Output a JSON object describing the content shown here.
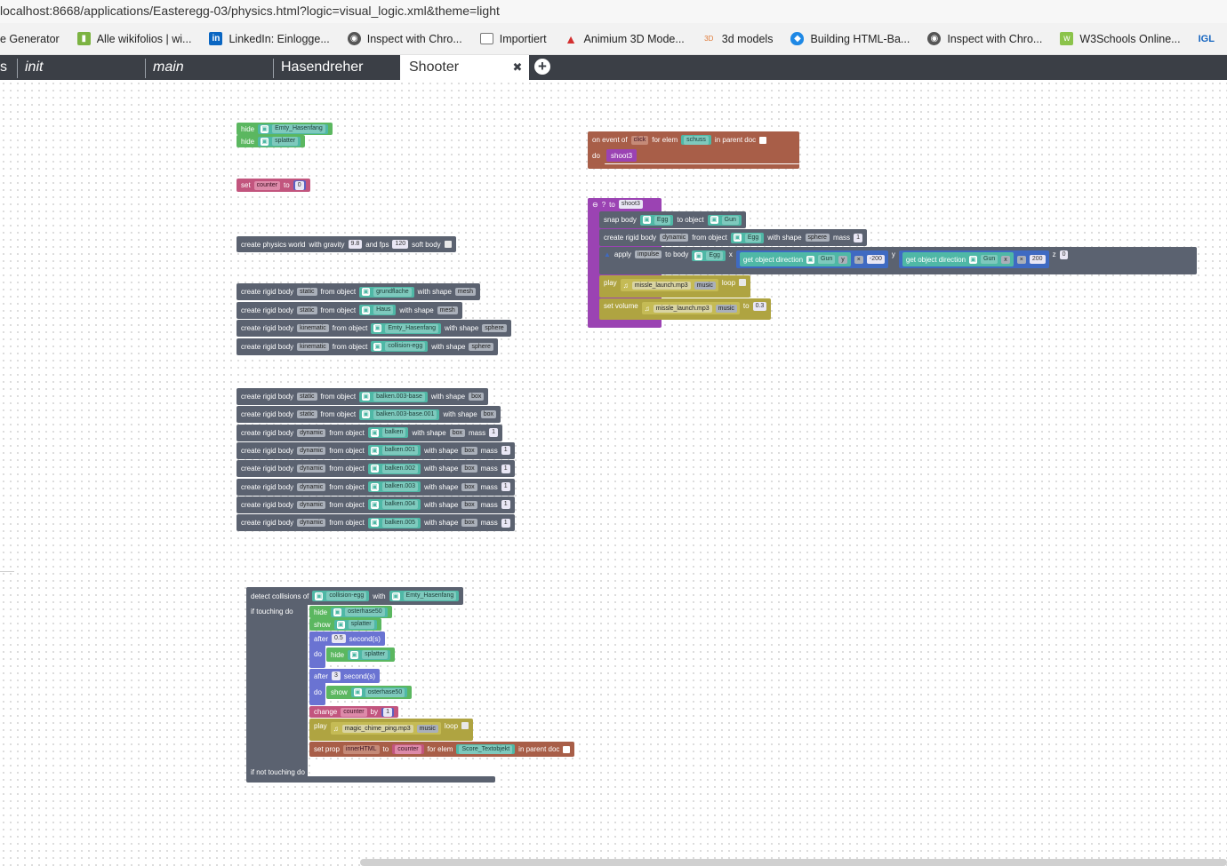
{
  "browser": {
    "url": "localhost:8668/applications/Easteregg-03/physics.html?logic=visual_logic.xml&theme=light",
    "bookmarks": [
      {
        "label": "e Generator",
        "icon": "generator-icon"
      },
      {
        "label": "Alle wikifolios | wi...",
        "icon": "chart-icon"
      },
      {
        "label": "LinkedIn: Einlogge...",
        "icon": "linkedin-icon"
      },
      {
        "label": "Inspect with Chro...",
        "icon": "globe-icon"
      },
      {
        "label": "Importiert",
        "icon": "folder-icon"
      },
      {
        "label": "Animium 3D Mode...",
        "icon": "triangle-icon"
      },
      {
        "label": "3d models",
        "icon": "3d-icon"
      },
      {
        "label": "Building HTML-Ba...",
        "icon": "shield-icon"
      },
      {
        "label": "Inspect with Chro...",
        "icon": "globe-icon"
      },
      {
        "label": "W3Schools Online...",
        "icon": "w3schools-icon"
      },
      {
        "label": "",
        "icon": "igl-icon"
      }
    ],
    "igl_text": "IGL"
  },
  "tabs": {
    "items": [
      "init",
      "main",
      "Hasendreher",
      "Shooter"
    ],
    "prefix": "s",
    "close_glyph": "✖",
    "add_glyph": "+"
  },
  "g1": {
    "hide1": "hide",
    "hide1_obj": "Emty_Hasenfang",
    "hide2": "hide",
    "hide2_obj": "splatter"
  },
  "set_counter": {
    "set": "set",
    "var": "counter",
    "to": "to",
    "value": "0"
  },
  "physics_world": {
    "label": "create physics world",
    "gravity_lbl": "with gravity",
    "gravity": "9.8",
    "fps_lbl": "and fps",
    "fps": "120",
    "soft_lbl": "soft body"
  },
  "rb_group1": [
    {
      "type": "static",
      "obj": "grundflache",
      "shape": "mesh"
    },
    {
      "type": "static",
      "obj": "Haus",
      "shape": "mesh"
    },
    {
      "type": "kinematic",
      "obj": "Emty_Hasenfang",
      "shape": "sphere"
    },
    {
      "type": "kinematic",
      "obj": "collision-egg",
      "shape": "sphere"
    }
  ],
  "rb_group2": [
    {
      "type": "static",
      "obj": "balken.003-base",
      "shape": "box",
      "mass": ""
    },
    {
      "type": "static",
      "obj": "balken.003-base.001",
      "shape": "box",
      "mass": ""
    },
    {
      "type": "dynamic",
      "obj": "balken",
      "shape": "box",
      "mass": "1"
    },
    {
      "type": "dynamic",
      "obj": "balken.001",
      "shape": "box",
      "mass": "1"
    },
    {
      "type": "dynamic",
      "obj": "balken.002",
      "shape": "box",
      "mass": "1"
    },
    {
      "type": "dynamic",
      "obj": "balken.003",
      "shape": "box",
      "mass": "1"
    },
    {
      "type": "dynamic",
      "obj": "balken.004",
      "shape": "box",
      "mass": "1"
    },
    {
      "type": "dynamic",
      "obj": "balken.005",
      "shape": "box",
      "mass": "1"
    }
  ],
  "labels": {
    "create_rigid_body": "create rigid body",
    "from_object": "from object",
    "with_shape": "with shape",
    "mass": "mass",
    "detect_collisions": "detect collisions of",
    "with": "with",
    "if_touching": "if touching do",
    "if_not_touching": "if not touching do",
    "hide": "hide",
    "show": "show",
    "after": "after",
    "seconds": "second(s)",
    "do": "do",
    "change": "change",
    "by": "by",
    "play": "play",
    "loop": "loop",
    "set_prop": "set prop",
    "to": "to",
    "for_elem": "for elem",
    "in_parent_doc": "in parent doc",
    "on_event": "on event of",
    "for_elem2": "for elem",
    "to_fn": "to",
    "snap_body": "snap body",
    "to_object": "to object",
    "apply": "apply",
    "to_body": "to body",
    "x": "x",
    "y": "y",
    "z": "z",
    "get_object_direction": "get object direction",
    "set_volume": "set volume",
    "music": "music"
  },
  "collision": {
    "obj1": "collision-egg",
    "obj2": "Emty_Hasenfang",
    "hide_obj": "osterhase50",
    "show_obj": "splatter",
    "after1": "0.5",
    "hide2_obj": "splatter",
    "after2": "3",
    "show2_obj": "osterhase50",
    "counter": "counter",
    "by": "1",
    "sound": "magic_chime_ping.mp3",
    "sound_type": "music",
    "prop": "innerHTML",
    "prop_var": "counter",
    "elem": "Score_Textobjekt"
  },
  "event": {
    "event": "click",
    "elem": "schuss",
    "fn": "shoot3"
  },
  "shoot3": {
    "fn": "shoot3",
    "egg": "Egg",
    "gun": "Gun",
    "body_type": "dynamic",
    "shape": "sphere",
    "mass": "1",
    "impulse": "impulse",
    "x_val": "-200",
    "axis_x": "x",
    "axis_y": "y",
    "axis_x2": "x",
    "mul": "×",
    "y_val": "200",
    "z_val": "0",
    "sound": "missle_launch.mp3",
    "sound2": "missle_launch.mp3",
    "volume": "0.3"
  }
}
